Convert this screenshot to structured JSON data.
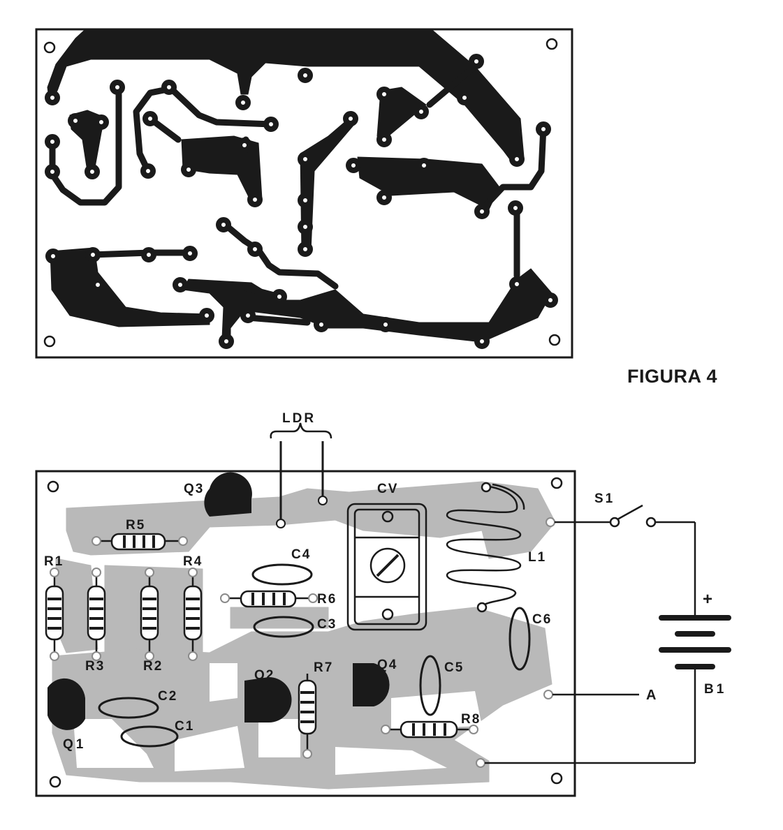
{
  "figure_title": "FIGURA 4",
  "ldr_label": "LDR",
  "components": {
    "q1": "Q1",
    "q2": "Q2",
    "q3": "Q3",
    "q4": "Q4",
    "r1": "R1",
    "r2": "R2",
    "r3": "R3",
    "r4": "R4",
    "r5": "R5",
    "r6": "R6",
    "r7": "R7",
    "r8": "R8",
    "c1": "C1",
    "c2": "C2",
    "c3": "C3",
    "c4": "C4",
    "c5": "C5",
    "c6": "C6",
    "cv": "CV",
    "l1": "L1",
    "s1": "S1",
    "b1": "B1",
    "a": "A",
    "plus": "+"
  },
  "colors": {
    "ink": "#1a1a1a",
    "copper_shade": "#b9b9b9",
    "paper": "#ffffff"
  }
}
